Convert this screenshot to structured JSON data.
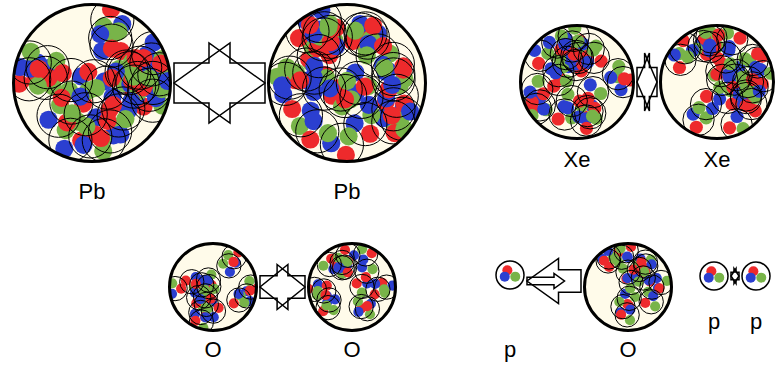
{
  "diagram": {
    "nodes": [
      {
        "text": [
          "Pb"
        ]
      },
      {
        "text": [
          "Pb"
        ]
      },
      {
        "text": [
          "Xe"
        ]
      },
      {
        "text": [
          "Xe"
        ]
      },
      {
        "text": [
          "O"
        ]
      },
      {
        "text": [
          "O"
        ]
      },
      {
        "text": [
          "p"
        ]
      },
      {
        "text": [
          "O"
        ]
      },
      {
        "text": [
          "p"
        ]
      },
      {
        "text": [
          "p"
        ]
      }
    ],
    "edges": [
      {
        "from": 0,
        "to": 1,
        "arrow": "both"
      },
      {
        "from": 2,
        "to": 3,
        "arrow": "both"
      },
      {
        "from": 4,
        "to": 5,
        "arrow": "both"
      },
      {
        "from": 6,
        "to": 7,
        "arrow": "both"
      },
      {
        "from": 8,
        "to": 9,
        "arrow": "both"
      }
    ]
  }
}
